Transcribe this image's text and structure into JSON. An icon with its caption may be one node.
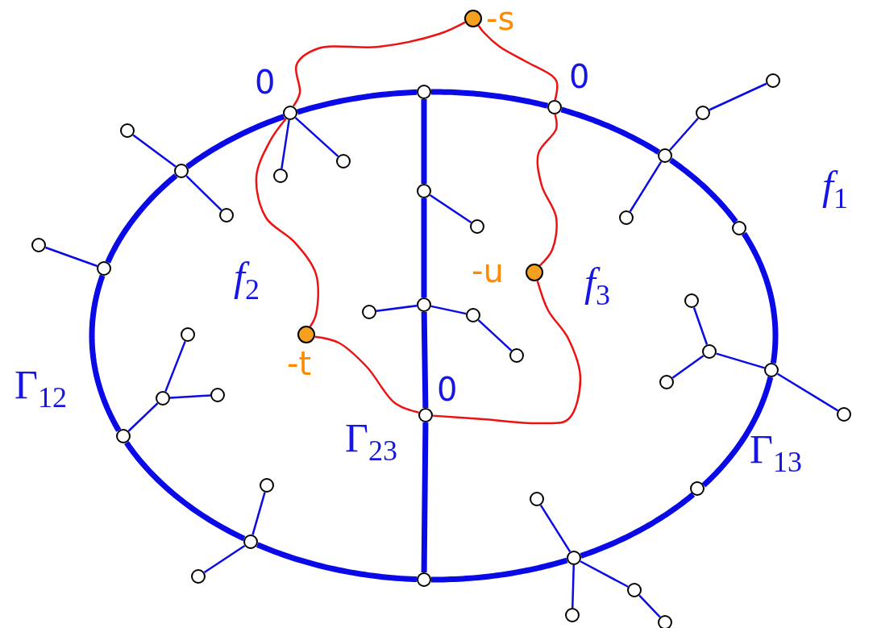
{
  "diagram": {
    "nodes": [
      {
        "text": [],
        "shape": "circle",
        "beside": [
          "-s"
        ]
      },
      {
        "text": [],
        "shape": "circle"
      },
      {
        "text": [],
        "shape": "circle"
      },
      {
        "text": [],
        "shape": "circle",
        "beside": [
          "0"
        ]
      },
      {
        "text": [],
        "shape": "circle",
        "beside": [
          "0"
        ]
      },
      {
        "text": [],
        "shape": "circle"
      },
      {
        "text": [],
        "shape": "circle"
      },
      {
        "text": [],
        "shape": "circle"
      },
      {
        "text": [],
        "shape": "circle"
      },
      {
        "text": [],
        "shape": "circle"
      },
      {
        "text": [],
        "shape": "circle"
      },
      {
        "text": [],
        "shape": "circle"
      },
      {
        "text": [],
        "shape": "circle"
      },
      {
        "text": [],
        "shape": "circle"
      },
      {
        "text": [],
        "shape": "circle"
      },
      {
        "text": [],
        "shape": "circle"
      },
      {
        "text": [],
        "shape": "circle"
      },
      {
        "text": [],
        "shape": "circle"
      },
      {
        "text": [],
        "shape": "circle",
        "beside": [
          "-u"
        ]
      },
      {
        "text": [],
        "shape": "circle"
      },
      {
        "text": [],
        "shape": "circle"
      },
      {
        "text": [],
        "shape": "circle"
      },
      {
        "text": [],
        "shape": "circle"
      },
      {
        "text": [],
        "shape": "circle"
      },
      {
        "text": [],
        "shape": "circle",
        "beside": [
          "-t"
        ]
      },
      {
        "text": [],
        "shape": "circle"
      },
      {
        "text": [],
        "shape": "circle"
      },
      {
        "text": [],
        "shape": "circle"
      },
      {
        "text": [],
        "shape": "circle"
      },
      {
        "text": [],
        "shape": "circle"
      },
      {
        "text": [],
        "shape": "circle"
      },
      {
        "text": [],
        "shape": "circle",
        "beside": [
          "0"
        ]
      },
      {
        "text": [],
        "shape": "circle"
      },
      {
        "text": [],
        "shape": "circle"
      },
      {
        "text": [],
        "shape": "circle"
      },
      {
        "text": [],
        "shape": "circle"
      },
      {
        "text": [],
        "shape": "circle"
      },
      {
        "text": [],
        "shape": "circle"
      },
      {
        "text": [],
        "shape": "circle"
      },
      {
        "text": [],
        "shape": "circle"
      },
      {
        "text": [],
        "shape": "circle"
      },
      {
        "text": [],
        "shape": "circle"
      },
      {
        "text": [],
        "shape": "circle"
      },
      {
        "text": [],
        "shape": "circle"
      }
    ],
    "edges": [
      {
        "from": 4,
        "to": 10,
        "arrow": "none"
      },
      {
        "from": 4,
        "to": 8,
        "arrow": "none"
      },
      {
        "from": 11,
        "to": 14,
        "arrow": "none"
      },
      {
        "from": 20,
        "to": 21,
        "arrow": "none"
      },
      {
        "from": 20,
        "to": 22,
        "arrow": "none"
      },
      {
        "from": 22,
        "to": 26,
        "arrow": "none"
      },
      {
        "from": 7,
        "to": 5,
        "arrow": "none"
      },
      {
        "from": 5,
        "to": 1,
        "arrow": "none"
      },
      {
        "from": 7,
        "to": 13,
        "arrow": "none"
      },
      {
        "from": 27,
        "to": 25,
        "arrow": "none"
      },
      {
        "from": 25,
        "to": 19,
        "arrow": "none"
      },
      {
        "from": 25,
        "to": 28,
        "arrow": "none"
      },
      {
        "from": 27,
        "to": 32,
        "arrow": "none"
      },
      {
        "from": 38,
        "to": 36,
        "arrow": "none"
      },
      {
        "from": 38,
        "to": 42,
        "arrow": "none"
      },
      {
        "from": 38,
        "to": 41,
        "arrow": "none"
      },
      {
        "from": 41,
        "to": 43,
        "arrow": "none"
      },
      {
        "from": 37,
        "to": 34,
        "arrow": "none"
      },
      {
        "from": 37,
        "to": 39,
        "arrow": "none"
      },
      {
        "from": 33,
        "to": 30,
        "arrow": "none"
      },
      {
        "from": 30,
        "to": 23,
        "arrow": "none"
      },
      {
        "from": 30,
        "to": 29,
        "arrow": "none"
      },
      {
        "from": 17,
        "to": 16,
        "arrow": "none"
      },
      {
        "from": 9,
        "to": 6,
        "arrow": "none"
      },
      {
        "from": 9,
        "to": 12,
        "arrow": "none"
      },
      {
        "from": 2,
        "to": 11,
        "arrow": "none",
        "style": "thick"
      },
      {
        "from": 11,
        "to": 20,
        "arrow": "none",
        "style": "thick"
      },
      {
        "from": 20,
        "to": 31,
        "arrow": "none",
        "style": "thick"
      },
      {
        "from": 31,
        "to": 40,
        "arrow": "none",
        "style": "thick"
      },
      {
        "from": 2,
        "to": 3,
        "arrow": "none",
        "style": "thick"
      },
      {
        "from": 3,
        "to": 7,
        "arrow": "none",
        "style": "thick"
      },
      {
        "from": 7,
        "to": 15,
        "arrow": "none",
        "style": "thick"
      },
      {
        "from": 15,
        "to": 27,
        "arrow": "none",
        "style": "thick"
      },
      {
        "from": 27,
        "to": 35,
        "arrow": "none",
        "style": "thick"
      },
      {
        "from": 35,
        "to": 38,
        "arrow": "none",
        "style": "thick"
      },
      {
        "from": 38,
        "to": 40,
        "arrow": "none",
        "style": "thick"
      },
      {
        "from": 40,
        "to": 37,
        "arrow": "none",
        "style": "thick"
      },
      {
        "from": 37,
        "to": 33,
        "arrow": "none",
        "style": "thick"
      },
      {
        "from": 33,
        "to": 17,
        "arrow": "none",
        "style": "thick"
      },
      {
        "from": 17,
        "to": 9,
        "arrow": "none",
        "style": "thick"
      },
      {
        "from": 9,
        "to": 4,
        "arrow": "none",
        "style": "thick"
      },
      {
        "from": 4,
        "to": 2,
        "arrow": "none",
        "style": "thick"
      },
      {
        "from": 0,
        "to": 4,
        "arrow": "none",
        "color": "#ee1111"
      },
      {
        "from": 4,
        "to": 24,
        "arrow": "none",
        "color": "#ee1111"
      },
      {
        "from": 24,
        "to": 31,
        "arrow": "none",
        "color": "#ee1111"
      },
      {
        "from": 31,
        "to": 18,
        "arrow": "none",
        "color": "#ee1111"
      },
      {
        "from": 18,
        "to": 3,
        "arrow": "none",
        "color": "#ee1111"
      },
      {
        "from": 3,
        "to": 0,
        "arrow": "none",
        "color": "#ee1111"
      }
    ],
    "labels": [
      "*f*$_{1}$",
      "*f*$_{2}$",
      "*f*$_{3}$",
      "Γ$_{12}$",
      "Γ$_{23}$",
      "Γ$_{13}$"
    ]
  }
}
